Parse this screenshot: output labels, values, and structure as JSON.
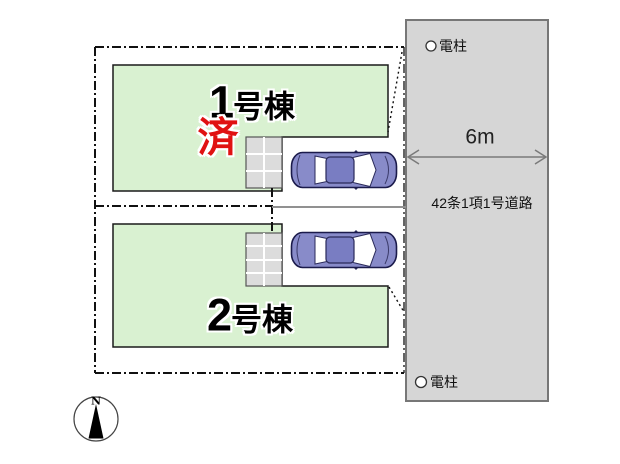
{
  "site_plan": {
    "title": "site-layout-diagram",
    "buildings": [
      {
        "number": "1",
        "suffix": "号棟",
        "status": "済"
      },
      {
        "number": "2",
        "suffix": "号棟",
        "status": ""
      }
    ],
    "road": {
      "width_label": "6m",
      "name": "42条1項1号道路"
    },
    "utility_poles": {
      "top": "電柱",
      "bottom": "電柱"
    },
    "compass": {
      "north_label": "N"
    },
    "colors": {
      "building_fill": "#d9f1d1",
      "building_border": "#1a1a1a",
      "road_fill": "#d6d6d6",
      "road_border": "#777777",
      "car_body": "#888bc9",
      "car_roof": "#797dc2",
      "grid_fill": "#dcdcdc",
      "sold_red": "#e01212",
      "boundary": "#111111"
    }
  }
}
